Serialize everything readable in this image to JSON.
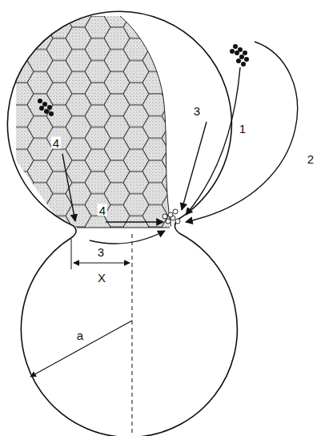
{
  "diagram": {
    "labels": [
      "3",
      "1",
      "2",
      "4",
      "4",
      "3",
      "X",
      "a"
    ]
  }
}
